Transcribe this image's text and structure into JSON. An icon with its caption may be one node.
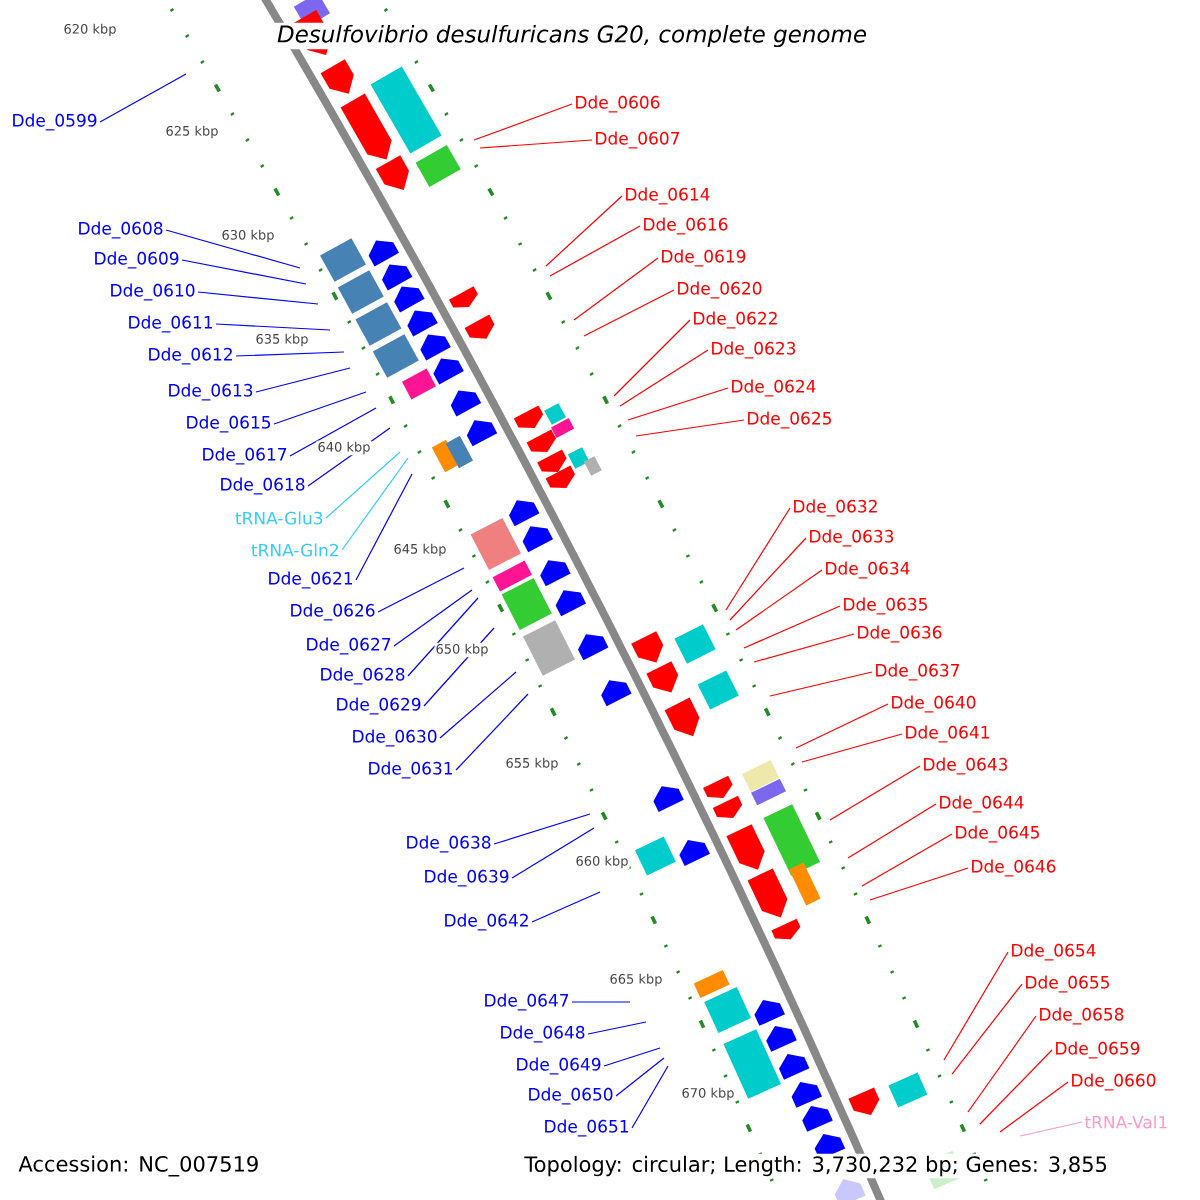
{
  "diagram": {
    "title": "Desulfovibrio desulfuricans G20, complete genome",
    "nodes": [
      {
        "text": [
          "Dde_0599"
        ]
      },
      {
        "text": [
          "Dde_0608"
        ]
      },
      {
        "text": [
          "Dde_0609"
        ]
      },
      {
        "text": [
          "Dde_0610"
        ]
      },
      {
        "text": [
          "Dde_0611"
        ]
      },
      {
        "text": [
          "Dde_0612"
        ]
      },
      {
        "text": [
          "Dde_0613"
        ]
      },
      {
        "text": [
          "Dde_0615"
        ]
      },
      {
        "text": [
          "Dde_0617"
        ]
      },
      {
        "text": [
          "Dde_0618"
        ]
      },
      {
        "text": [
          "tRNA-Glu3"
        ]
      },
      {
        "text": [
          "tRNA-Gln2"
        ]
      },
      {
        "text": [
          "Dde_0621"
        ]
      },
      {
        "text": [
          "Dde_0626"
        ]
      },
      {
        "text": [
          "Dde_0627"
        ]
      },
      {
        "text": [
          "Dde_0628"
        ]
      },
      {
        "text": [
          "Dde_0629"
        ]
      },
      {
        "text": [
          "Dde_0630"
        ]
      },
      {
        "text": [
          "Dde_0631"
        ]
      },
      {
        "text": [
          "Dde_0638"
        ]
      },
      {
        "text": [
          "Dde_0639"
        ]
      },
      {
        "text": [
          "Dde_0642"
        ]
      },
      {
        "text": [
          "Dde_0647"
        ]
      },
      {
        "text": [
          "Dde_0648"
        ]
      },
      {
        "text": [
          "Dde_0649"
        ]
      },
      {
        "text": [
          "Dde_0650"
        ]
      },
      {
        "text": [
          "Dde_0651"
        ]
      },
      {
        "text": [
          "Dde_0606"
        ]
      },
      {
        "text": [
          "Dde_0607"
        ]
      },
      {
        "text": [
          "Dde_0614"
        ]
      },
      {
        "text": [
          "Dde_0616"
        ]
      },
      {
        "text": [
          "Dde_0619"
        ]
      },
      {
        "text": [
          "Dde_0620"
        ]
      },
      {
        "text": [
          "Dde_0622"
        ]
      },
      {
        "text": [
          "Dde_0623"
        ]
      },
      {
        "text": [
          "Dde_0624"
        ]
      },
      {
        "text": [
          "Dde_0625"
        ]
      },
      {
        "text": [
          "Dde_0632"
        ]
      },
      {
        "text": [
          "Dde_0633"
        ]
      },
      {
        "text": [
          "Dde_0634"
        ]
      },
      {
        "text": [
          "Dde_0635"
        ]
      },
      {
        "text": [
          "Dde_0636"
        ]
      },
      {
        "text": [
          "Dde_0637"
        ]
      },
      {
        "text": [
          "Dde_0640"
        ]
      },
      {
        "text": [
          "Dde_0641"
        ]
      },
      {
        "text": [
          "Dde_0643"
        ]
      },
      {
        "text": [
          "Dde_0644"
        ]
      },
      {
        "text": [
          "Dde_0645"
        ]
      },
      {
        "text": [
          "Dde_0646"
        ]
      },
      {
        "text": [
          "Dde_0654"
        ]
      },
      {
        "text": [
          "Dde_0655"
        ]
      },
      {
        "text": [
          "Dde_0658"
        ]
      },
      {
        "text": [
          "Dde_0659"
        ]
      },
      {
        "text": [
          "Dde_0660"
        ]
      },
      {
        "text": [
          "tRNA-Val1"
        ]
      }
    ],
    "edges": [
      {
        "from": 0,
        "to": null,
        "arrow": "none",
        "color": "#0000ff"
      },
      {
        "from": 1,
        "to": null,
        "arrow": "none",
        "color": "#0000ff"
      },
      {
        "from": 2,
        "to": null,
        "arrow": "none",
        "color": "#0000ff"
      },
      {
        "from": 3,
        "to": null,
        "arrow": "none",
        "color": "#0000ff"
      },
      {
        "from": 4,
        "to": null,
        "arrow": "none",
        "color": "#0000ff"
      },
      {
        "from": 5,
        "to": null,
        "arrow": "none",
        "color": "#0000ff"
      },
      {
        "from": 6,
        "to": null,
        "arrow": "none",
        "color": "#0000ff"
      },
      {
        "from": 7,
        "to": null,
        "arrow": "none",
        "color": "#0000ff"
      },
      {
        "from": 8,
        "to": null,
        "arrow": "none",
        "color": "#0000ff"
      },
      {
        "from": 9,
        "to": null,
        "arrow": "none",
        "color": "#0000ff"
      },
      {
        "from": 10,
        "to": null,
        "arrow": "none",
        "color": "#33ccff"
      },
      {
        "from": 11,
        "to": null,
        "arrow": "none",
        "color": "#33ccff"
      },
      {
        "from": 12,
        "to": null,
        "arrow": "none",
        "color": "#0000ff"
      },
      {
        "from": 13,
        "to": null,
        "arrow": "none",
        "color": "#0000ff"
      },
      {
        "from": 14,
        "to": null,
        "arrow": "none",
        "color": "#0000ff"
      },
      {
        "from": 15,
        "to": null,
        "arrow": "none",
        "color": "#0000ff"
      },
      {
        "from": 16,
        "to": null,
        "arrow": "none",
        "color": "#0000ff"
      },
      {
        "from": 17,
        "to": null,
        "arrow": "none",
        "color": "#0000ff"
      },
      {
        "from": 18,
        "to": null,
        "arrow": "none",
        "color": "#0000ff"
      },
      {
        "from": 19,
        "to": null,
        "arrow": "none",
        "color": "#0000ff"
      },
      {
        "from": 20,
        "to": null,
        "arrow": "none",
        "color": "#0000ff"
      },
      {
        "from": 21,
        "to": null,
        "arrow": "none",
        "color": "#0000ff"
      },
      {
        "from": 22,
        "to": null,
        "arrow": "none",
        "color": "#0000ff"
      },
      {
        "from": 23,
        "to": null,
        "arrow": "none",
        "color": "#0000ff"
      },
      {
        "from": 24,
        "to": null,
        "arrow": "none",
        "color": "#0000ff"
      },
      {
        "from": 25,
        "to": null,
        "arrow": "none",
        "color": "#0000ff"
      },
      {
        "from": 26,
        "to": null,
        "arrow": "none",
        "color": "#0000ff"
      },
      {
        "from": 27,
        "to": null,
        "arrow": "none",
        "color": "#ff0000"
      },
      {
        "from": 28,
        "to": null,
        "arrow": "none",
        "color": "#ff0000"
      },
      {
        "from": 29,
        "to": null,
        "arrow": "none",
        "color": "#ff0000"
      },
      {
        "from": 30,
        "to": null,
        "arrow": "none",
        "color": "#ff0000"
      },
      {
        "from": 31,
        "to": null,
        "arrow": "none",
        "color": "#ff0000"
      },
      {
        "from": 32,
        "to": null,
        "arrow": "none",
        "color": "#ff0000"
      },
      {
        "from": 33,
        "to": null,
        "arrow": "none",
        "color": "#ff0000"
      },
      {
        "from": 34,
        "to": null,
        "arrow": "none",
        "color": "#ff0000"
      },
      {
        "from": 35,
        "to": null,
        "arrow": "none",
        "color": "#ff0000"
      },
      {
        "from": 36,
        "to": null,
        "arrow": "none",
        "color": "#ff0000"
      },
      {
        "from": 37,
        "to": null,
        "arrow": "none",
        "color": "#ff0000"
      },
      {
        "from": 38,
        "to": null,
        "arrow": "none",
        "color": "#ff0000"
      },
      {
        "from": 39,
        "to": null,
        "arrow": "none",
        "color": "#ff0000"
      },
      {
        "from": 40,
        "to": null,
        "arrow": "none",
        "color": "#ff0000"
      },
      {
        "from": 41,
        "to": null,
        "arrow": "none",
        "color": "#ff0000"
      },
      {
        "from": 42,
        "to": null,
        "arrow": "none",
        "color": "#ff0000"
      },
      {
        "from": 43,
        "to": null,
        "arrow": "none",
        "color": "#ff0000"
      },
      {
        "from": 44,
        "to": null,
        "arrow": "none",
        "color": "#ff0000"
      },
      {
        "from": 45,
        "to": null,
        "arrow": "none",
        "color": "#ff0000"
      },
      {
        "from": 46,
        "to": null,
        "arrow": "none",
        "color": "#ff0000"
      },
      {
        "from": 47,
        "to": null,
        "arrow": "none",
        "color": "#ff0000"
      },
      {
        "from": 48,
        "to": null,
        "arrow": "none",
        "color": "#ff0000"
      },
      {
        "from": 49,
        "to": null,
        "arrow": "none",
        "color": "#ff0000"
      },
      {
        "from": 50,
        "to": null,
        "arrow": "none",
        "color": "#ff0000"
      },
      {
        "from": 51,
        "to": null,
        "arrow": "none",
        "color": "#ff0000"
      },
      {
        "from": 52,
        "to": null,
        "arrow": "none",
        "color": "#ff0000"
      },
      {
        "from": 53,
        "to": null,
        "arrow": "none",
        "color": "#ff0000"
      },
      {
        "from": 54,
        "to": null,
        "arrow": "none",
        "color": "#ff99cc"
      }
    ],
    "labels": [
      "620 kbp",
      "625 kbp",
      "630 kbp",
      "635 kbp",
      "640 kbp",
      "645 kbp",
      "650 kbp",
      "655 kbp",
      "660 kbp",
      "665 kbp",
      "670 kbp",
      "Accession: NC_007519",
      "Topology: circular; Length: 3,730,232 bp; Genes: 3,855"
    ]
  }
}
